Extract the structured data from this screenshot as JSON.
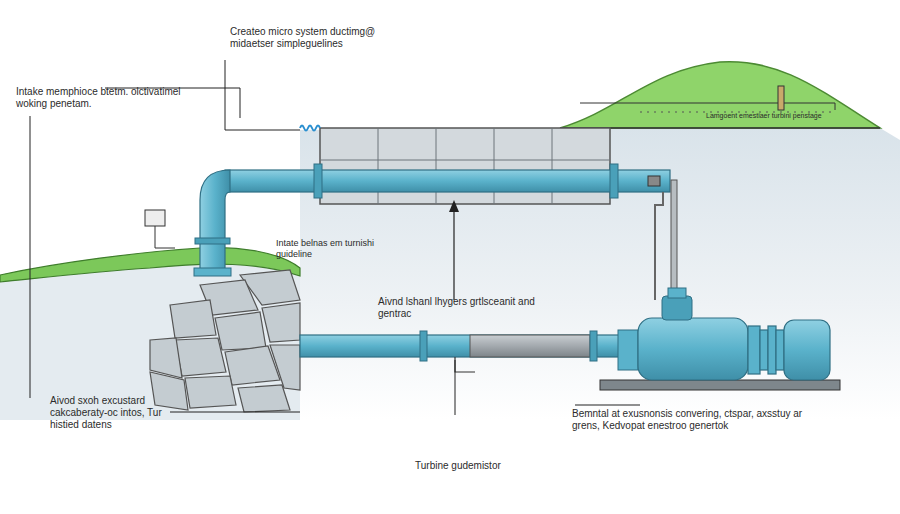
{
  "diagram": {
    "labels": [
      "Intake memphioce btetm. olctivatimel woking penetam.",
      "Createo micro system ductimg@ midaetser simpleguelines",
      "Lamgoent emestiaer turbini penstage",
      "Intate belnas em turnishi guideline",
      "Aivnd lshanl lhygers grtlsceanit and gentrac",
      "Aivod sxoh excustard cakcaberaty-oc intos, Tur histied datens",
      "Turbine gudemistor",
      "Bemntal at exusnonsis convering, ctspar, axsstuy ar grens, Kedvopat enestroo genertok"
    ]
  }
}
